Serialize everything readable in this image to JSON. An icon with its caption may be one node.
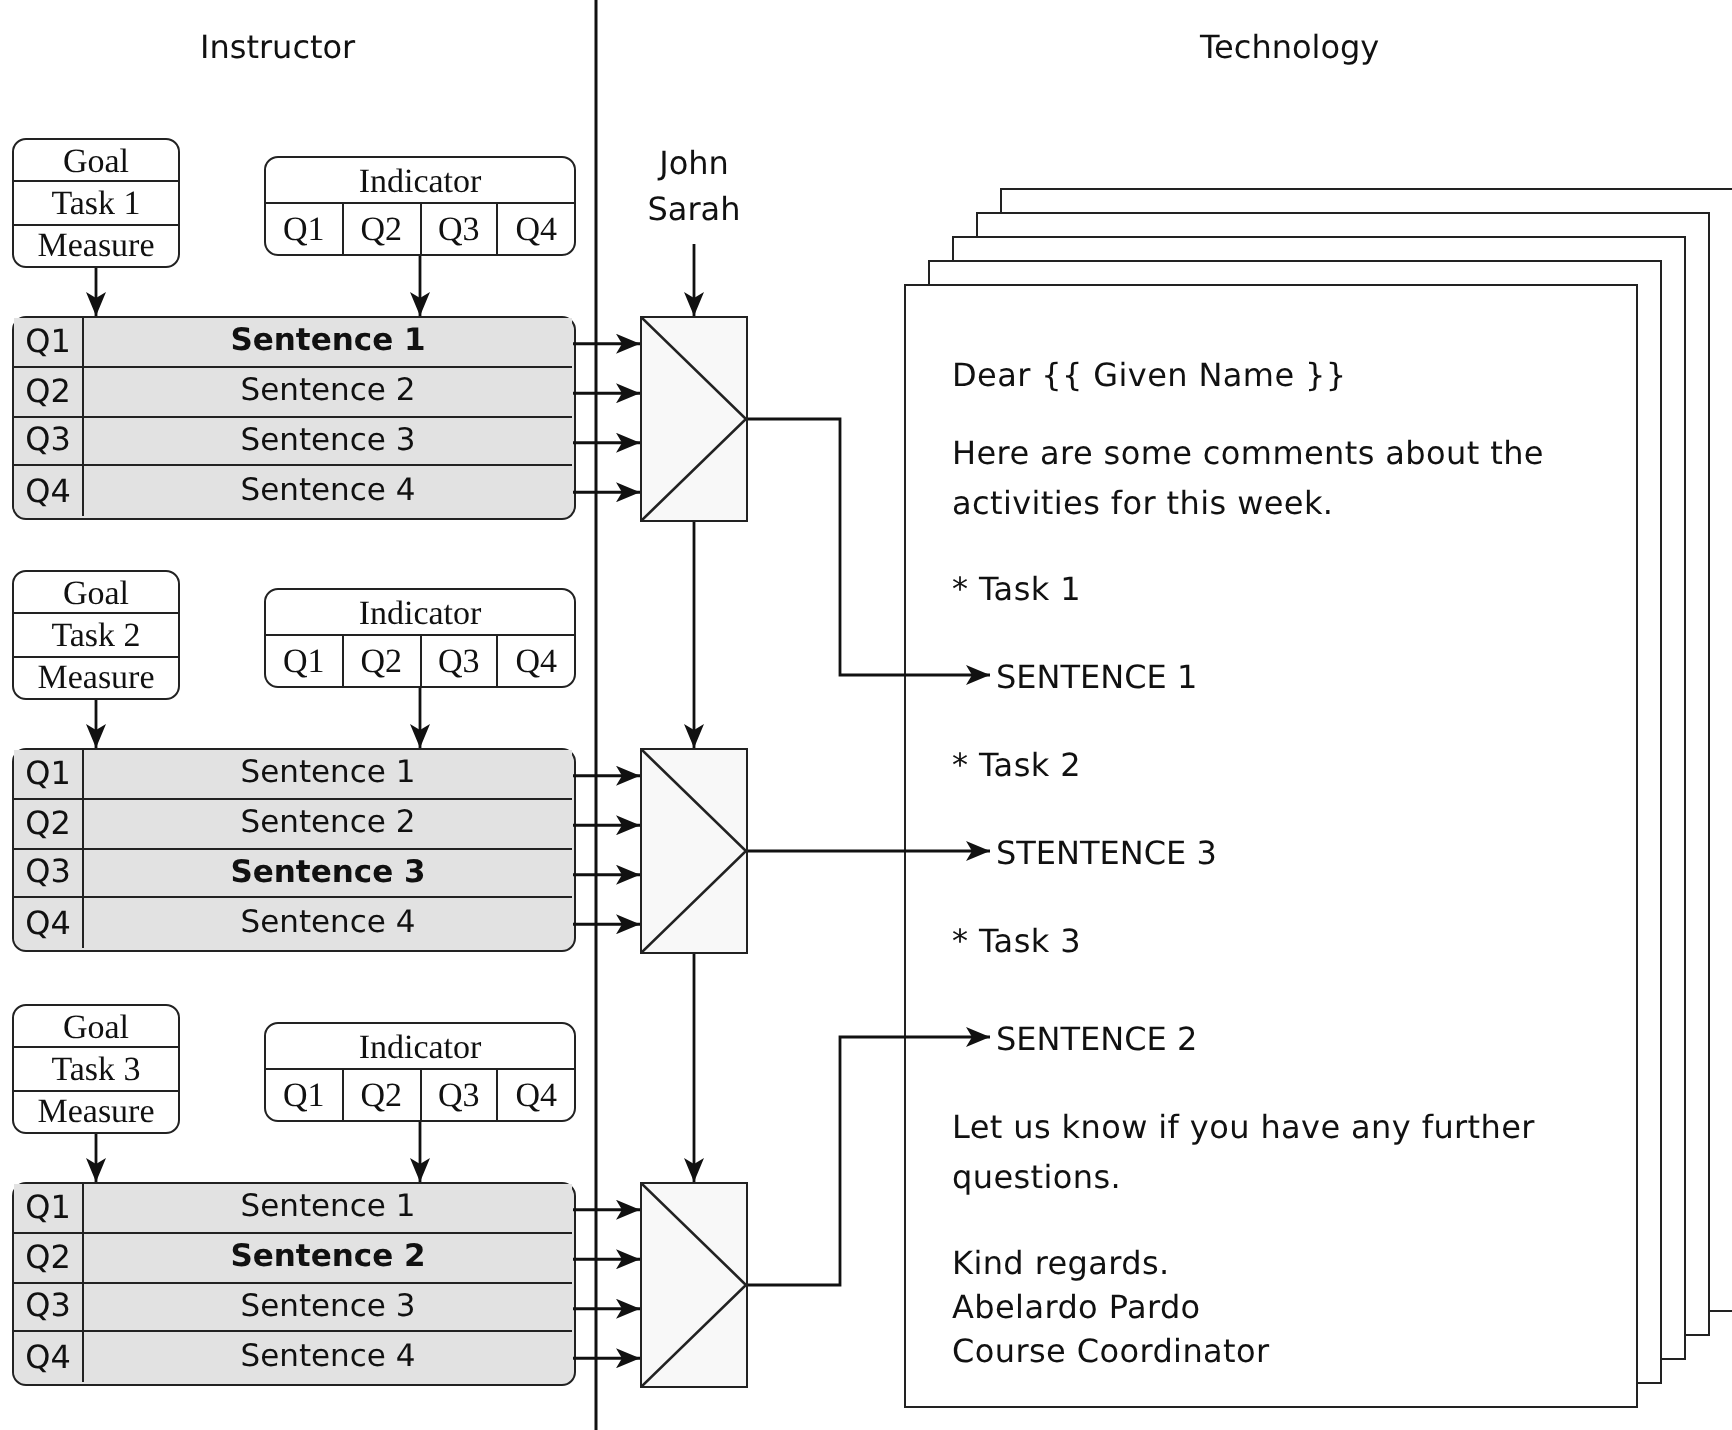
{
  "diagram": {
    "nodes": [
      {
        "text": [
          "Goal",
          "Task 1",
          "Measure"
        ]
      },
      {
        "text": [
          "Indicator",
          "Q1",
          "Q2",
          "Q3",
          "Q4"
        ]
      },
      {
        "text": [],
        "shape": "box"
      },
      {
        "text": [
          "Q1",
          "**Sentence 1**"
        ],
        "in": 2
      },
      {
        "text": [
          "Q2",
          "Sentence 2"
        ],
        "in": 2
      },
      {
        "text": [
          "Q3",
          "Sentence 3"
        ],
        "in": 2
      },
      {
        "text": [
          "Q4",
          "Sentence 4"
        ],
        "in": 2
      },
      {
        "text": [
          "John Sarah"
        ]
      },
      {
        "text": [],
        "shape": "box"
      },
      {
        "text": [
          "Goal",
          "Task 2",
          "Measure"
        ]
      },
      {
        "text": [
          "Indicator",
          "Q1",
          "Q2",
          "Q3",
          "Q4"
        ]
      },
      {
        "text": [],
        "shape": "box"
      },
      {
        "text": [
          "Q1",
          "Sentence 1"
        ],
        "in": 11
      },
      {
        "text": [
          "Q2",
          "Sentence 2"
        ],
        "in": 11
      },
      {
        "text": [
          "Q3",
          "**Sentence 3**"
        ],
        "in": 11
      },
      {
        "text": [
          "Q4",
          "Sentence 4"
        ],
        "in": 11
      },
      {
        "text": [],
        "shape": "box"
      },
      {
        "text": [
          "Goal",
          "Task 3",
          "Measure"
        ]
      },
      {
        "text": [
          "Indicator",
          "Q1",
          "Q2",
          "Q3",
          "Q4"
        ]
      },
      {
        "text": [],
        "shape": "box"
      },
      {
        "text": [
          "Q1",
          "Sentence 1"
        ],
        "in": 19
      },
      {
        "text": [
          "Q2",
          "**Sentence 2**"
        ],
        "in": 19
      },
      {
        "text": [
          "Q3",
          "Sentence 3"
        ],
        "in": 19
      },
      {
        "text": [
          "Q4",
          "Sentence 4"
        ],
        "in": 19
      },
      {
        "text": [],
        "shape": "box"
      },
      {
        "text": [
          "Dear {{ Given Name }}",
          "Here are some comments about the activities for this week.",
          "* Task 1",
          "* Task 2",
          "* Task 3",
          "Let us know if you have any further questions.",
          "Kind regards.",
          "Abelardo Pardo",
          "Course Coordinator"
        ]
      },
      {
        "text": [
          "SENTENCE 1"
        ],
        "in": 25
      },
      {
        "text": [
          "STENTENCE 3"
        ],
        "in": 25
      },
      {
        "text": [
          "SENTENCE 2"
        ],
        "in": 25
      }
    ],
    "edges": [
      {
        "from": 0,
        "to": 2,
        "arrow": "to"
      },
      {
        "from": 1,
        "to": 2,
        "arrow": "to"
      },
      {
        "from": 7,
        "to": 8,
        "arrow": "to"
      },
      {
        "from": 3,
        "to": 8,
        "arrow": "to"
      },
      {
        "from": 4,
        "to": 8,
        "arrow": "to"
      },
      {
        "from": 5,
        "to": 8,
        "arrow": "to"
      },
      {
        "from": 6,
        "to": 8,
        "arrow": "to"
      },
      {
        "from": 8,
        "to": 26,
        "arrow": "to"
      },
      {
        "from": 8,
        "to": 16,
        "arrow": "to"
      },
      {
        "from": 9,
        "to": 11,
        "arrow": "to"
      },
      {
        "from": 10,
        "to": 11,
        "arrow": "to"
      },
      {
        "from": 12,
        "to": 16,
        "arrow": "to"
      },
      {
        "from": 13,
        "to": 16,
        "arrow": "to"
      },
      {
        "from": 14,
        "to": 16,
        "arrow": "to"
      },
      {
        "from": 15,
        "to": 16,
        "arrow": "to"
      },
      {
        "from": 16,
        "to": 27,
        "arrow": "to"
      },
      {
        "from": 16,
        "to": 24,
        "arrow": "to"
      },
      {
        "from": 17,
        "to": 19,
        "arrow": "to"
      },
      {
        "from": 18,
        "to": 19,
        "arrow": "to"
      },
      {
        "from": 20,
        "to": 24,
        "arrow": "to"
      },
      {
        "from": 21,
        "to": 24,
        "arrow": "to"
      },
      {
        "from": 22,
        "to": 24,
        "arrow": "to"
      },
      {
        "from": 23,
        "to": 24,
        "arrow": "to"
      },
      {
        "from": 24,
        "to": 28,
        "arrow": "to"
      }
    ],
    "labels": [
      "Instructor",
      "Technology"
    ]
  }
}
